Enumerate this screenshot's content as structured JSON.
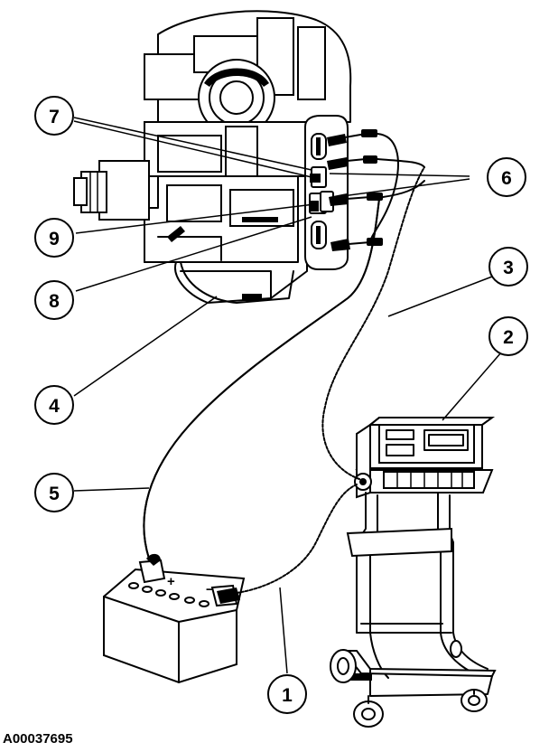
{
  "figure_code": "A00037695",
  "callouts": [
    {
      "id": "c1",
      "label": "1"
    },
    {
      "id": "c2",
      "label": "2"
    },
    {
      "id": "c3",
      "label": "3"
    },
    {
      "id": "c4",
      "label": "4"
    },
    {
      "id": "c5",
      "label": "5"
    },
    {
      "id": "c6",
      "label": "6"
    },
    {
      "id": "c7",
      "label": "7"
    },
    {
      "id": "c8",
      "label": "8"
    },
    {
      "id": "c9",
      "label": "9"
    }
  ],
  "battery": {
    "plus": "+",
    "minus": "−"
  }
}
